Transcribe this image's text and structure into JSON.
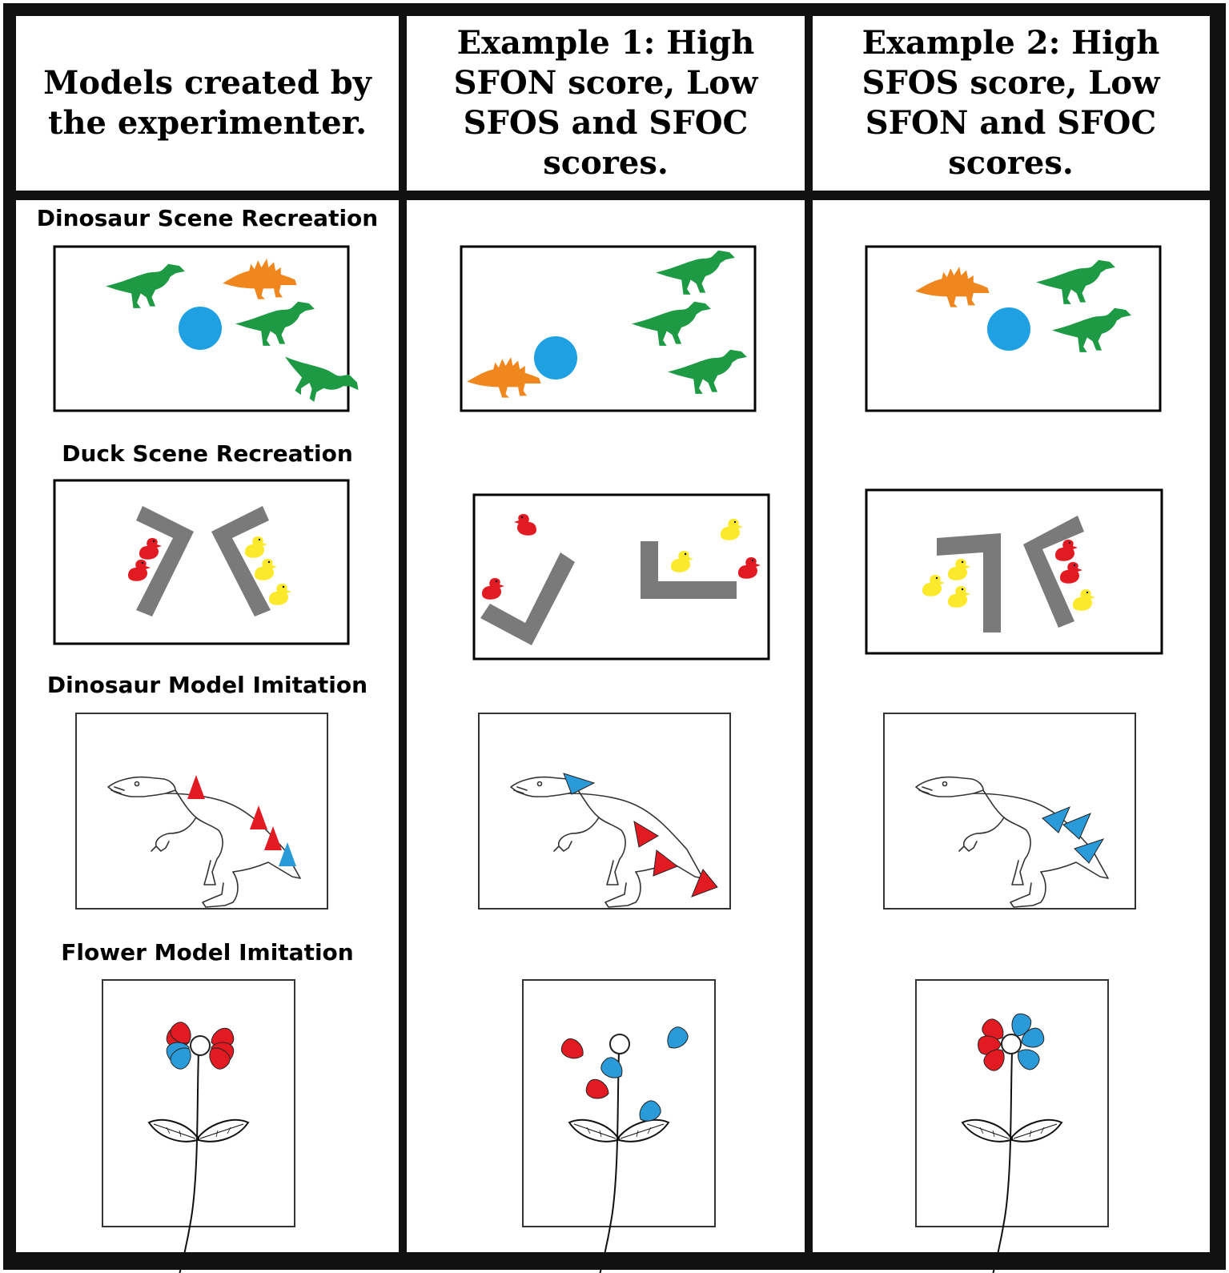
{
  "headers": {
    "models": "Models created by the experimenter.",
    "example1": "Example 1: High SFON score, Low SFOS and SFOC scores.",
    "example2": "Example 2: High SFOS score, Low SFON and SFOC scores."
  },
  "rows": {
    "dinosaur_scene": "Dinosaur Scene Recreation",
    "duck_scene": "Duck Scene Recreation",
    "dinosaur_model": "Dinosaur Model Imitation",
    "flower_model": "Flower Model Imitation"
  },
  "colors": {
    "green_dino": "#1e9a44",
    "orange_dino": "#f0871e",
    "ball": "#1fa0e2",
    "red": "#e21b23",
    "blue": "#2a9ad8",
    "yellow": "#fde92c",
    "wall": "#7a7a7a"
  }
}
